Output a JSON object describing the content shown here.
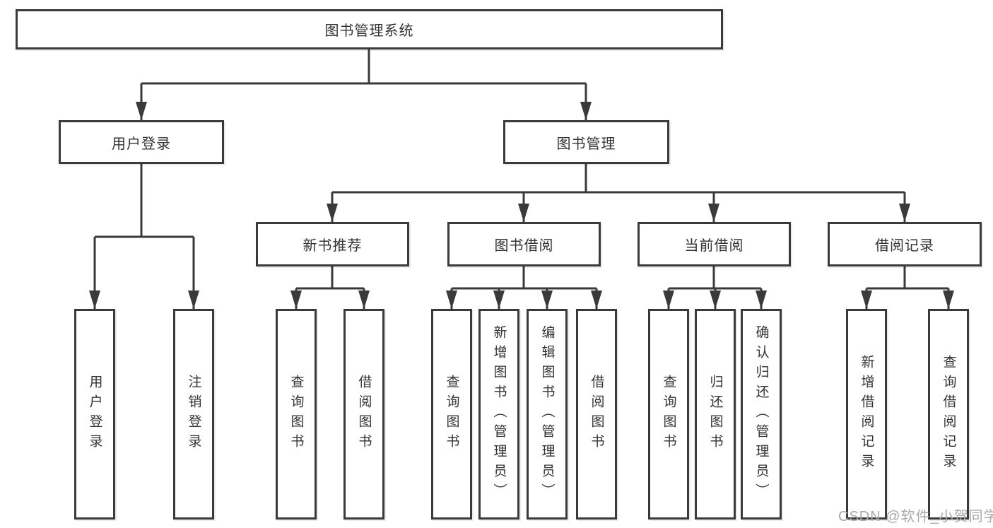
{
  "diagram": {
    "root": {
      "label": "图书管理系统",
      "children": [
        {
          "label": "用户登录",
          "children": [
            {
              "label": "用户登录"
            },
            {
              "label": "注销登录"
            }
          ]
        },
        {
          "label": "图书管理",
          "children": [
            {
              "label": "新书推荐",
              "children": [
                {
                  "label": "查询图书"
                },
                {
                  "label": "借阅图书"
                }
              ]
            },
            {
              "label": "图书借阅",
              "children": [
                {
                  "label": "查询图书"
                },
                {
                  "label": "新增图书（管理员）"
                },
                {
                  "label": "编辑图书（管理员）"
                },
                {
                  "label": "借阅图书"
                }
              ]
            },
            {
              "label": "当前借阅",
              "children": [
                {
                  "label": "查询图书"
                },
                {
                  "label": "归还图书"
                },
                {
                  "label": "确认归还（管理员）"
                }
              ]
            },
            {
              "label": "借阅记录",
              "children": [
                {
                  "label": "新增借阅记录"
                },
                {
                  "label": "查询借阅记录"
                }
              ]
            }
          ]
        }
      ]
    }
  },
  "watermark": {
    "text": "CSDN @软件_小贺同学"
  },
  "colors": {
    "line": "#3a3a3a",
    "text": "#333333",
    "background": "#ffffff",
    "watermark": "#a9a9a9"
  }
}
